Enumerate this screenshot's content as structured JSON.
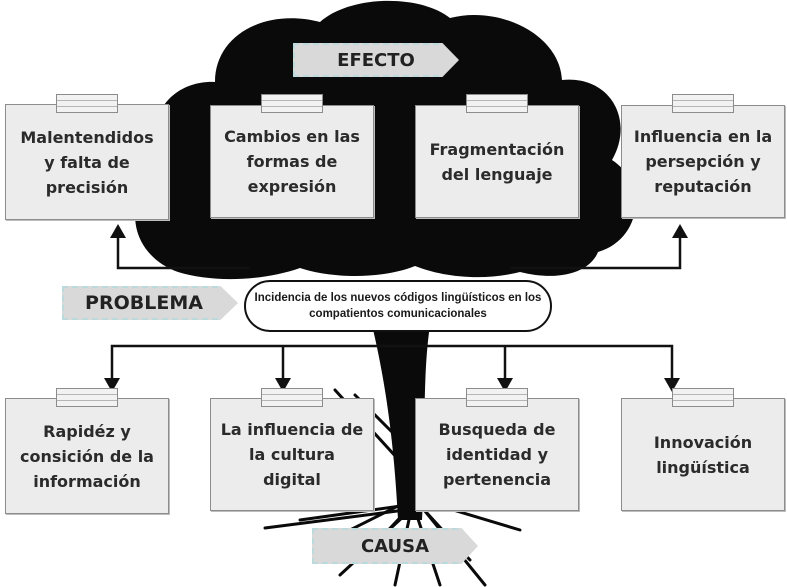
{
  "effect": {
    "label": "EFECTO",
    "items": [
      "Malentendidos y falta de precisión",
      "Cambios en las formas de expresión",
      "Fragmentación del lenguaje",
      "Influencia en la persepción y reputación"
    ]
  },
  "problem": {
    "label": "PROBLEMA",
    "statement": "Incidencia de los nuevos códigos lingüísticos en los compatientos comunicacionales"
  },
  "cause": {
    "label": "CAUSA",
    "items": [
      "Rapidéz y consición de la información",
      "La influencia de la cultura digital",
      "Busqueda de identidad y pertenencia",
      "Innovación lingüística"
    ]
  }
}
